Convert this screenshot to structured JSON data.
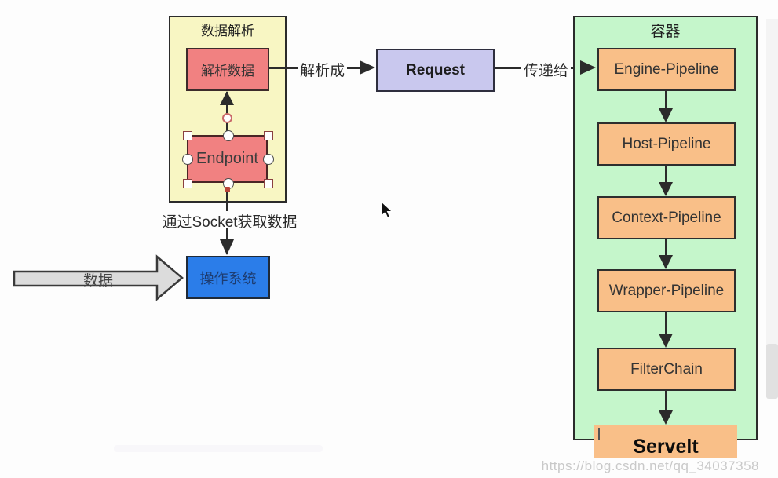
{
  "colors": {
    "group_yellow_bg": "#f8f6c3",
    "shape_pink": "#f18181",
    "request_lavender": "#c9c8ee",
    "container_green_bg": "#c5f6cb",
    "pipeline_orange": "#f9bf88",
    "os_blue": "#2b7de9",
    "block_arrow_gray": "#dcdcdc",
    "line_dark": "#2b2b2b"
  },
  "parse_group": {
    "title": "数据解析",
    "parse_data_label": "解析数据",
    "endpoint_label": "Endpoint"
  },
  "labels": {
    "socket": "通过Socket获取数据",
    "data_arrow": "数据",
    "parse_to": "解析成",
    "pass_to": "传递给"
  },
  "os_box_label": "操作系统",
  "request_label": "Request",
  "container": {
    "title": "容器",
    "pipelines": [
      "Engine-Pipeline",
      "Host-Pipeline",
      "Context-Pipeline",
      "Wrapper-Pipeline",
      "FilterChain"
    ],
    "servlet": "Servelt"
  },
  "watermark": "https://blog.csdn.net/qq_34037358"
}
